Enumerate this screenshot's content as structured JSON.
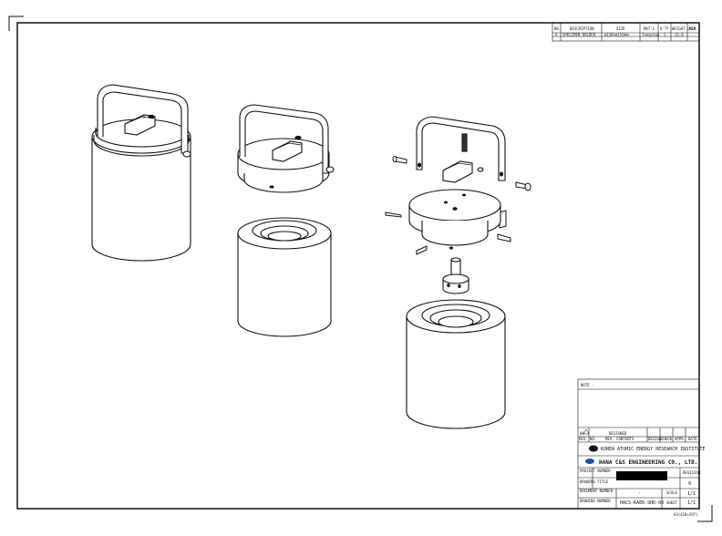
{
  "bom": {
    "headers": [
      "NO.",
      "DESCRIPTION",
      "SIZE",
      "MAT'L",
      "Q'TY",
      "WEIGHT (KG)",
      "REM."
    ],
    "row": {
      "no": "A",
      "description": "SPECIMEN HOLDER",
      "size": "ø150×ø155mm",
      "material": "Tungsten",
      "qty": "1",
      "weight": "15.8"
    }
  },
  "title_block": {
    "note_label": "NOTE :",
    "rev_header": [
      "REV. NO.",
      "REV. CONTENTS",
      "DESIGN",
      "CHECK",
      "APPR.",
      "DATE"
    ],
    "rev_row": {
      "no": "00",
      "contents": "DESIGNED"
    },
    "institute": "KOREA ATOMIC ENERGY RESEARCH INSTITUTE",
    "company": "HANA C&S ENGINEERING CO., LTD.",
    "project_label": "PROJECT NUMBER",
    "drawing_title_label": "DRAWING TITLE",
    "revision_label": "REVISION",
    "revision_value": "0",
    "scale_label": "SCALE",
    "scale_value": "1/1",
    "sheet_label": "SHEET",
    "sheet_value": "1/1",
    "doc_label": "DOCUMENT NUMBER",
    "doc_value": "-",
    "drawing_no_label": "DRAWING NUMBER",
    "drawing_no": "HACS-KAER-SHD-00",
    "paper": "A3(420×297)"
  }
}
